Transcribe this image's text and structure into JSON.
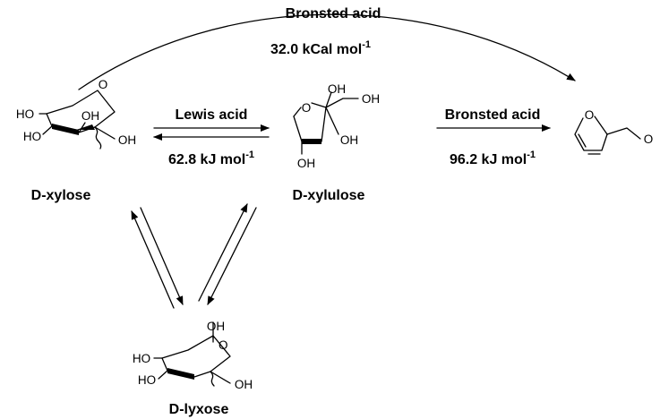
{
  "top_arrow": {
    "condition": "Bronsted acid",
    "energy": "32.0 kCal mol",
    "energy_sup": "-1"
  },
  "lewis_step": {
    "condition": "Lewis acid",
    "energy": "62.8 kJ mol",
    "energy_sup": "-1"
  },
  "bronsted_step": {
    "condition": "Bronsted acid",
    "energy": "96.2 kJ mol",
    "energy_sup": "-1"
  },
  "compounds": {
    "xylose": "D-xylose",
    "xylulose": "D-xylulose",
    "lyxose": "D-lyxose"
  },
  "atom_labels": {
    "oh": "OH",
    "ho": "HO",
    "o": "O"
  }
}
